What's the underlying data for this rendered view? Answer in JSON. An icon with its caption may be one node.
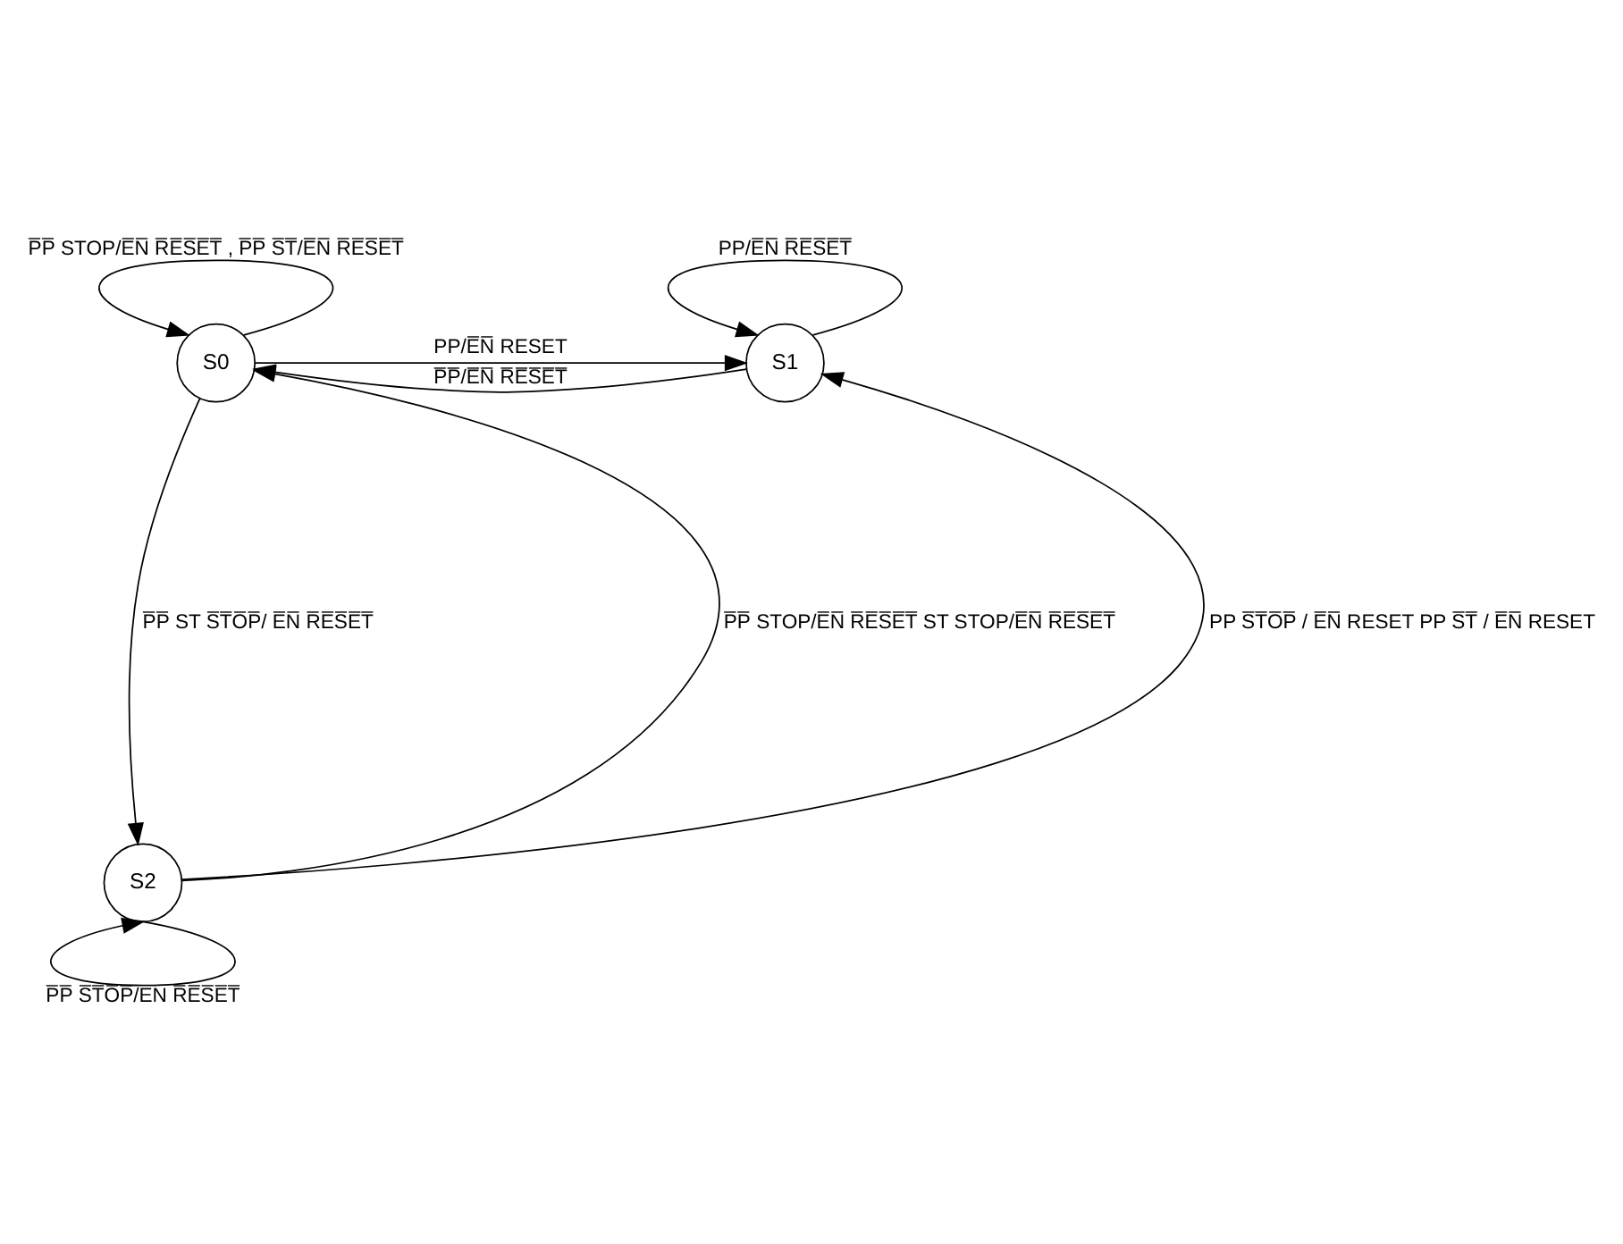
{
  "diagram": {
    "nodes": [
      {
        "text": [
          "S0"
        ]
      },
      {
        "text": [
          "S1"
        ]
      },
      {
        "text": [
          "S2"
        ]
      }
    ],
    "edges": [
      {
        "from": 0,
        "to": 0,
        "arrow": "to",
        "label": "P̅P̅ STOP/E̅N̅ R̅E̅S̅E̅T̅ , P̅P̅ S̅T̅/E̅N̅ R̅E̅S̅E̅T̅"
      },
      {
        "from": 0,
        "to": 1,
        "arrow": "to",
        "label": "PP/E̅N̅ RESET"
      },
      {
        "from": 1,
        "to": 1,
        "arrow": "to",
        "label": "PP/E̅N̅ R̅E̅S̅E̅T̅"
      },
      {
        "from": 1,
        "to": 0,
        "arrow": "to",
        "label": "P̅P̅/E̅N̅ R̅E̅S̅E̅T̅"
      },
      {
        "from": 2,
        "to": 0,
        "arrow": "to",
        "label": "P̅P̅ STOP/E̅N̅ R̅E̅S̅E̅T̅ ST STOP/E̅N̅ R̅E̅S̅E̅T̅"
      },
      {
        "from": 0,
        "to": 2,
        "arrow": "to",
        "label": "P̅P̅ ST S̅T̅O̅P̅/ E̅N̅ R̅E̅S̅E̅T̅"
      },
      {
        "from": 2,
        "to": 1,
        "arrow": "to",
        "label": "PP S̅T̅O̅P̅ / E̅N̅ RESET PP S̅T̅ / E̅N̅ RESET"
      },
      {
        "from": 2,
        "to": 2,
        "arrow": "to",
        "label": "P̅P̅ S̅T̅O̅P̅/EN R̅E̅S̅E̅T̅"
      }
    ]
  }
}
